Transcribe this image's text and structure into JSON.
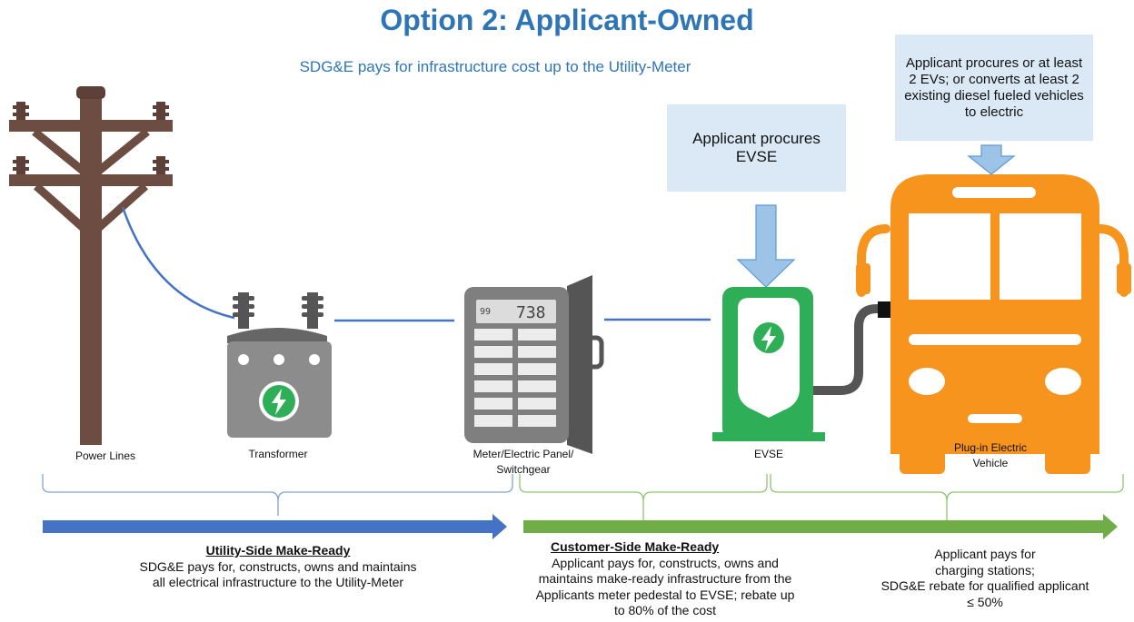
{
  "header": {
    "title": "Option 2:  Applicant-Owned",
    "subtitle": "SDG&E pays for infrastructure cost up to the Utility-Meter"
  },
  "callouts": {
    "evse": "Applicant procures EVSE",
    "ev": "Applicant procures or at least 2 EVs; or converts at least 2 existing diesel fueled vehicles to electric"
  },
  "components": {
    "power_lines": "Power Lines",
    "transformer": "Transformer",
    "meter_line1": "Meter/Electric Panel/",
    "meter_line2": "Switchgear",
    "evse": "EVSE",
    "ev_line1": "Plug-in Electric",
    "ev_line2": "Vehicle"
  },
  "meter_display": {
    "small": "99",
    "large": "738"
  },
  "sections": {
    "utility_side": {
      "heading": "Utility-Side Make-Ready",
      "line1": "SDG&E pays for, constructs, owns and maintains",
      "line2": "all electrical infrastructure to the Utility-Meter"
    },
    "customer_side": {
      "heading": "Customer-Side Make-Ready",
      "line1": "Applicant pays for, constructs, owns and",
      "line2": "maintains make-ready infrastructure from the",
      "line3": "Applicants meter pedestal to EVSE; rebate up",
      "line4": "to 80% of the cost"
    },
    "charging": {
      "line1": "Applicant pays for",
      "line2": "charging stations;",
      "line3": "SDG&E rebate for qualified applicant",
      "line4": "≤ 50%"
    }
  },
  "colors": {
    "title_blue": "#2e75b6",
    "utility_arrow": "#4472c4",
    "customer_arrow": "#70ad47",
    "pole_brown": "#6d4c41",
    "meter_gray": "#7f7f7f",
    "evse_green": "#2eaf57",
    "bus_orange": "#f7941d",
    "callout_bg": "#dbe8f5"
  },
  "icons": [
    "lightning-bolt-icon",
    "down-arrow-icon"
  ]
}
